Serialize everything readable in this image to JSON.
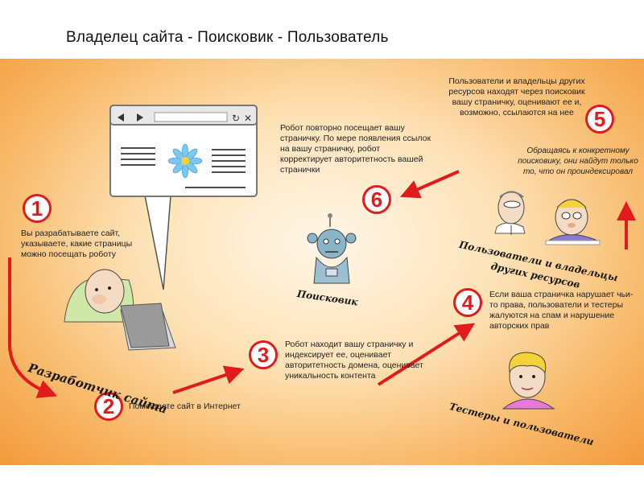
{
  "title": "Владелец сайта - Поисковик - Пользователь",
  "colors": {
    "accent": "#e11b1b",
    "panel_bg_edge": "#f29a3c",
    "panel_bg_center": "#fff6e8"
  },
  "steps": [
    {
      "number": "1",
      "text": "Вы разрабатываете сайт, указываете, какие страницы можно посещать роботу"
    },
    {
      "number": "2",
      "text": "Помещаете сайт в Интернет"
    },
    {
      "number": "3",
      "text": "Робот находит вашу страничку и индексирует ее, оценивает авторитетность домена, оценивает уникальность контента"
    },
    {
      "number": "4",
      "text": "Если ваша страничка нарушает чьи-то права, пользователи и тестеры жалуются на спам и нарушение авторских прав"
    },
    {
      "number": "5",
      "text": "Пользователи и владельцы других ресурсов находят через поисковик вашу страничку, оценивают ее и, возможно, ссылаются на нее"
    },
    {
      "number": "6",
      "text": "Робот повторно посещает вашу страничку. По мере появления ссылок на вашу страничку, робот корректирует авторитетность вашей странички"
    }
  ],
  "note_italic": "Обращаясь к конкретному поисковику, они найдут только то, что он проиндексировал",
  "labels": {
    "developer": "Разработчик сайта",
    "search_engine": "Поисковик",
    "users_owners": "Пользователи и владельцы других ресурсов",
    "testers": "Тестеры и пользователи"
  },
  "icons": [
    "browser-window-icon",
    "flower-icon",
    "robot-icon",
    "developer-icon",
    "users-icon",
    "tester-icon",
    "arrow-icon"
  ]
}
